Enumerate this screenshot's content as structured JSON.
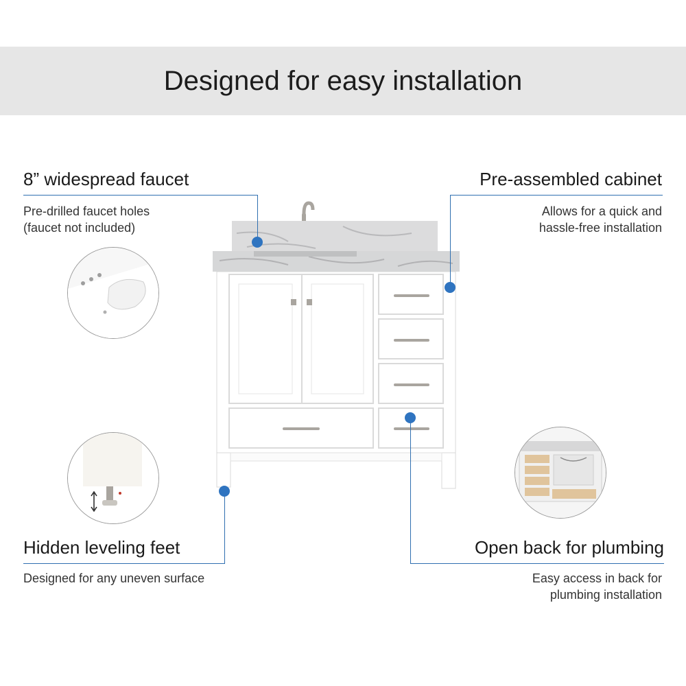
{
  "banner": {
    "title": "Designed for easy installation"
  },
  "callouts": {
    "faucet": {
      "title": "8” widespread faucet",
      "desc1": "Pre-drilled faucet holes",
      "desc2": "(faucet not included)"
    },
    "cabinet": {
      "title": "Pre-assembled cabinet",
      "desc1": "Allows for  a quick and",
      "desc2": "hassle-free installation"
    },
    "feet": {
      "title": "Hidden leveling feet",
      "desc1": "Designed for any uneven surface"
    },
    "plumbing": {
      "title": "Open back for plumbing",
      "desc1": "Easy access in back for",
      "desc2": "plumbing installation"
    }
  },
  "colors": {
    "accent": "#2f74c0",
    "banner_bg": "#e6e6e6",
    "cabinet": "#ffffff",
    "marble": "#d9dadb"
  },
  "icons": [
    "sink-detail-image",
    "leveling-foot-image",
    "open-back-image",
    "vanity-image"
  ]
}
